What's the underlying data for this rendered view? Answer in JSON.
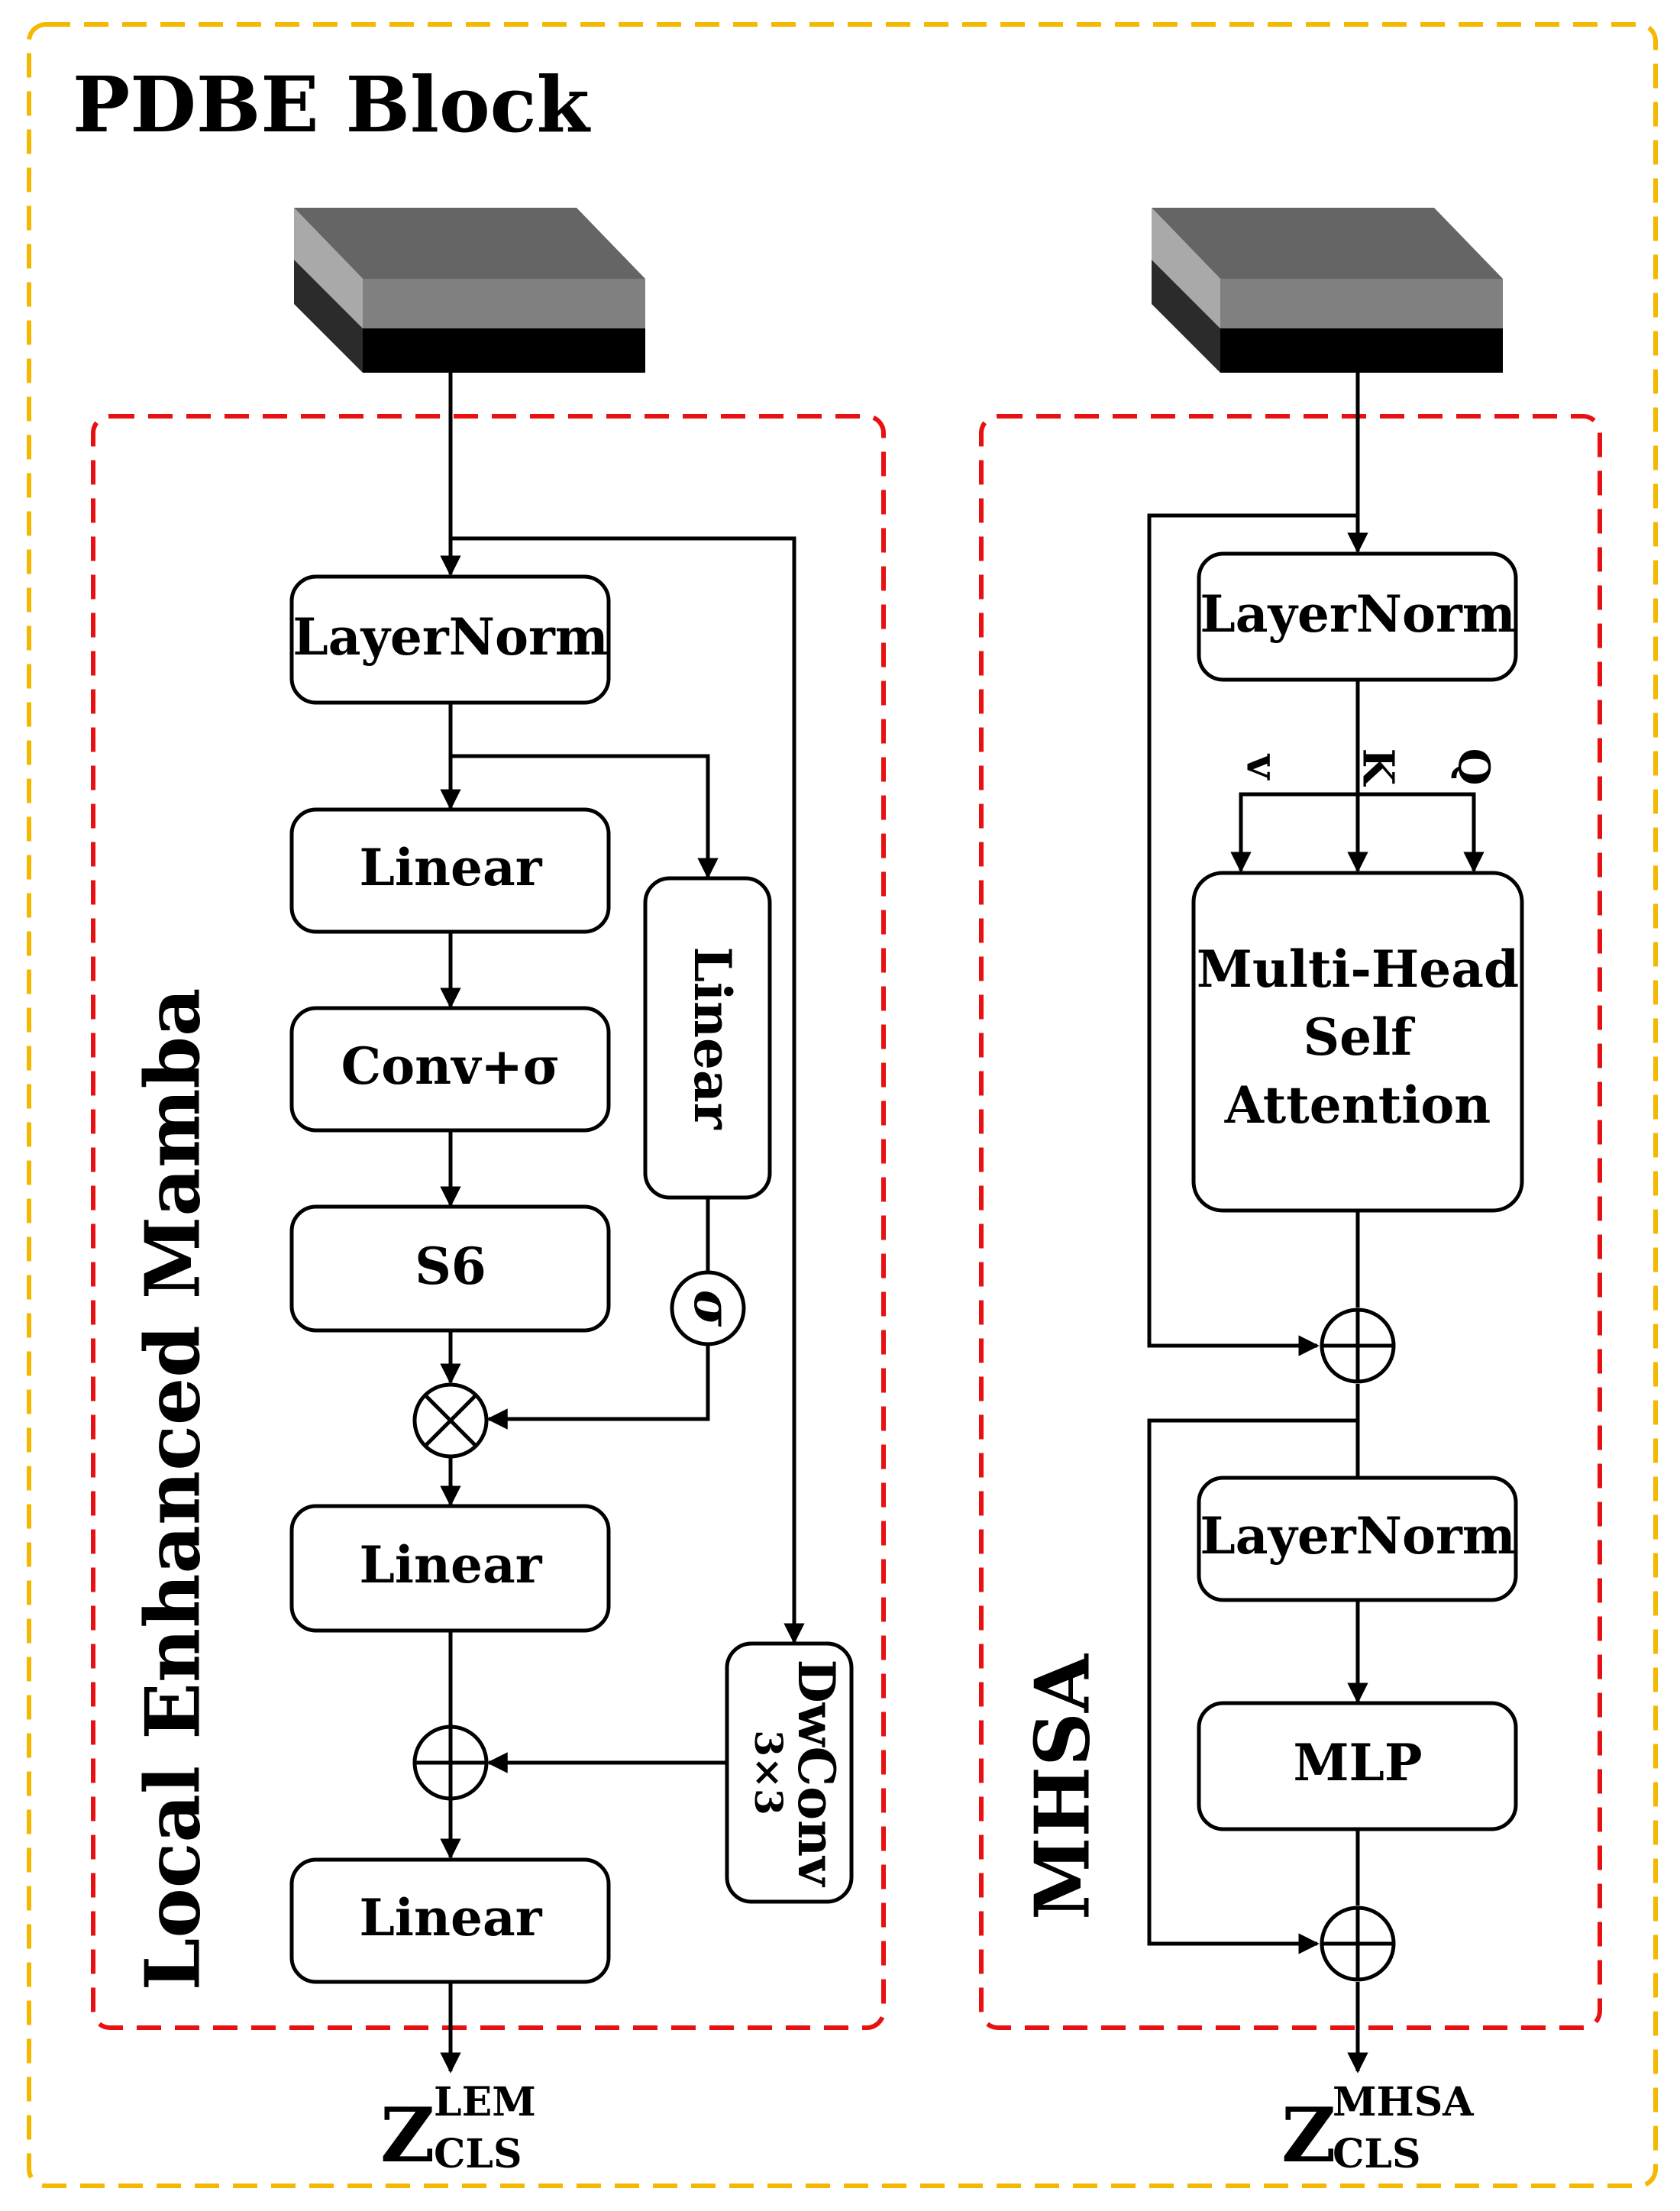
{
  "title": "PDBE Block",
  "left_panel": {
    "label": "Local Enhanced Mamba",
    "layernorm": "LayerNorm",
    "linear1": "Linear",
    "conv": "Conv+σ",
    "s6": "S6",
    "side_linear": "Linear",
    "sigma": "σ",
    "multiply": "⊗",
    "linear2": "Linear",
    "add": "⊕",
    "linear3": "Linear",
    "dwconv_line1": "DwConv",
    "dwconv_line2": "3×3",
    "output_main": "Z",
    "output_sup": "LEM",
    "output_sub": "CLS"
  },
  "right_panel": {
    "label": "MHSA",
    "layernorm1": "LayerNorm",
    "v": "v",
    "k": "K",
    "q": "Q",
    "mhsa_line1": "Multi-Head",
    "mhsa_line2": "Self",
    "mhsa_line3": "Attention",
    "add1": "⊕",
    "layernorm2": "LayerNorm",
    "mlp": "MLP",
    "add2": "⊕",
    "output_main": "Z",
    "output_sup": "MHSA",
    "output_sub": "CLS"
  },
  "colors": {
    "outer_border": "#f5b800",
    "inner_border": "#e81010",
    "stroke": "#000000",
    "block_top": "#656565",
    "block_left_top": "#a9a9a9",
    "block_front_top": "#808080",
    "block_left_bottom": "#2b2b2b",
    "block_front_bottom": "#000000"
  }
}
